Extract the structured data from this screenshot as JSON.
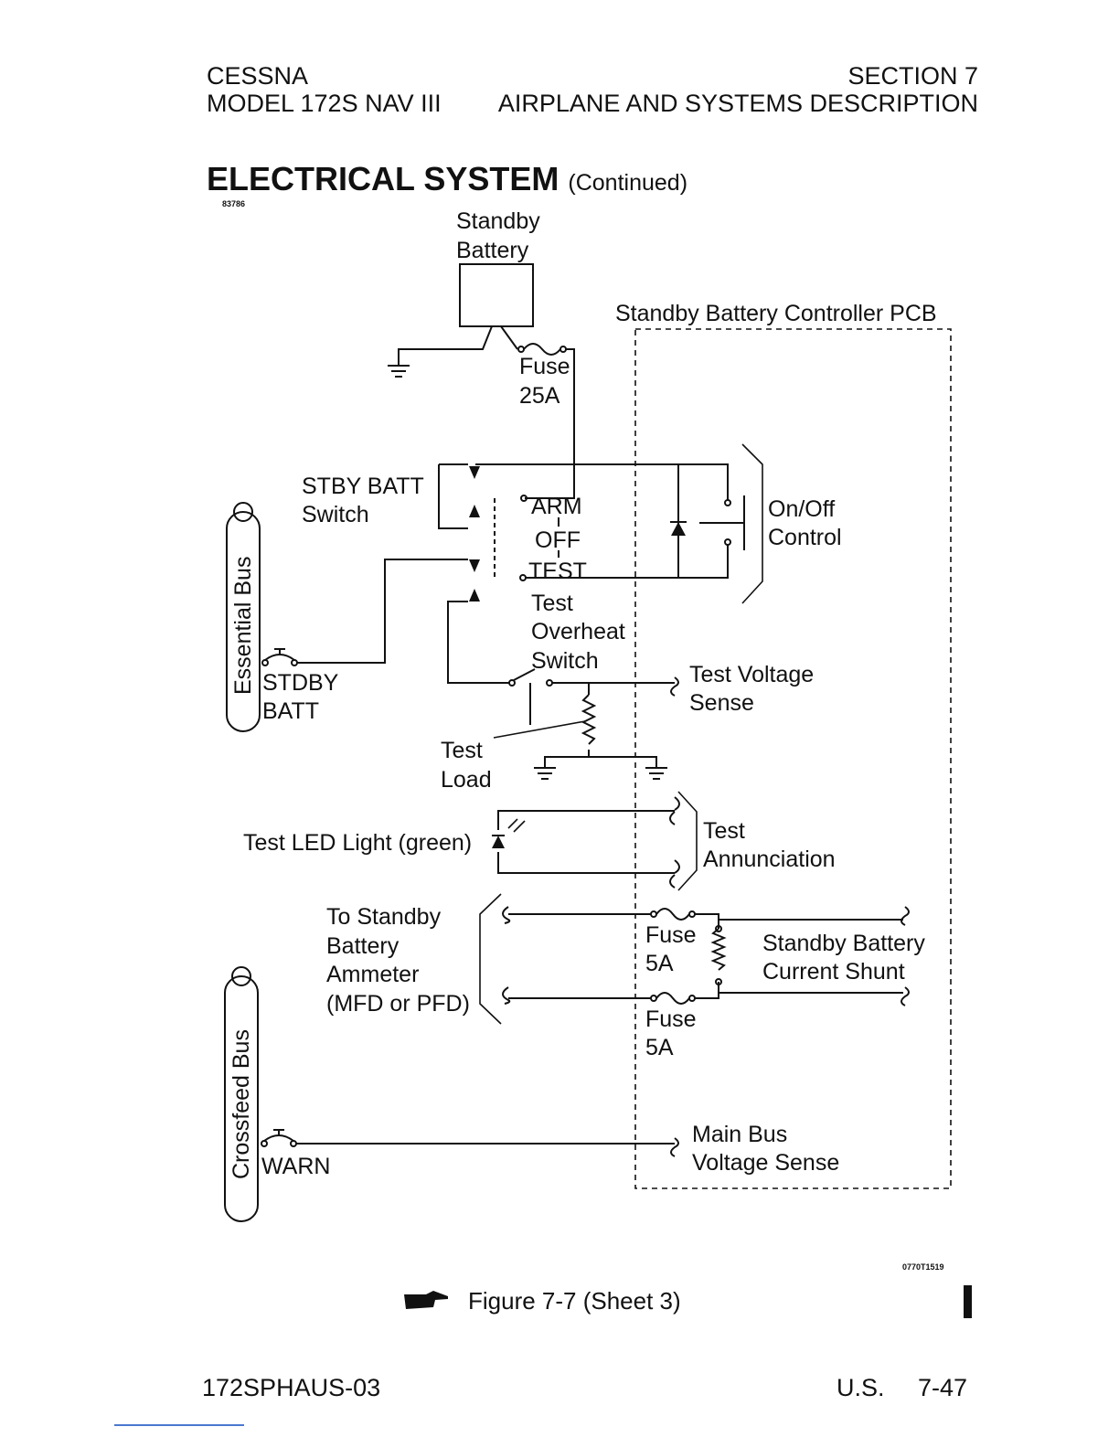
{
  "header": {
    "left_line1": "CESSNA",
    "left_line2": "MODEL 172S NAV III",
    "right_line1": "SECTION 7",
    "right_line2": "AIRPLANE AND SYSTEMS DESCRIPTION"
  },
  "title": {
    "main": "ELECTRICAL SYSTEM",
    "continued": "(Continued)"
  },
  "drawing_code": "83786",
  "drawing_number": "0770T1519",
  "diagram": {
    "standby_battery": [
      "Standby",
      "Battery"
    ],
    "controller_pcb": "Standby Battery Controller PCB",
    "fuse_main": [
      "Fuse",
      "25A"
    ],
    "stby_batt_switch": [
      "STBY BATT",
      "Switch"
    ],
    "switch_positions": [
      "ARM",
      "OFF",
      "TEST"
    ],
    "on_off_control": [
      "On/Off",
      "Control"
    ],
    "essential_bus": "Essential Bus",
    "stdby_batt_breaker": [
      "STDBY",
      "BATT"
    ],
    "test_overheat_switch": [
      "Test",
      "Overheat",
      "Switch"
    ],
    "test_voltage_sense": [
      "Test Voltage",
      "Sense"
    ],
    "test_load": [
      "Test",
      "Load"
    ],
    "test_led": "Test LED Light (green)",
    "test_annunciation": [
      "Test",
      "Annunciation"
    ],
    "ammeter": [
      "To Standby",
      "Battery",
      "Ammeter",
      "(MFD or PFD)"
    ],
    "fuse_upper": [
      "Fuse",
      "5A"
    ],
    "fuse_lower": [
      "Fuse",
      "5A"
    ],
    "current_shunt": [
      "Standby Battery",
      "Current Shunt"
    ],
    "crossfeed_bus": "Crossfeed Bus",
    "warn_breaker": "WARN",
    "main_bus_voltage_sense": [
      "Main Bus",
      "Voltage Sense"
    ]
  },
  "figure_caption": "Figure 7-7 (Sheet 3)",
  "footer": {
    "doc_id": "172SPHAUS-03",
    "region": "U.S.",
    "page": "7-47"
  }
}
